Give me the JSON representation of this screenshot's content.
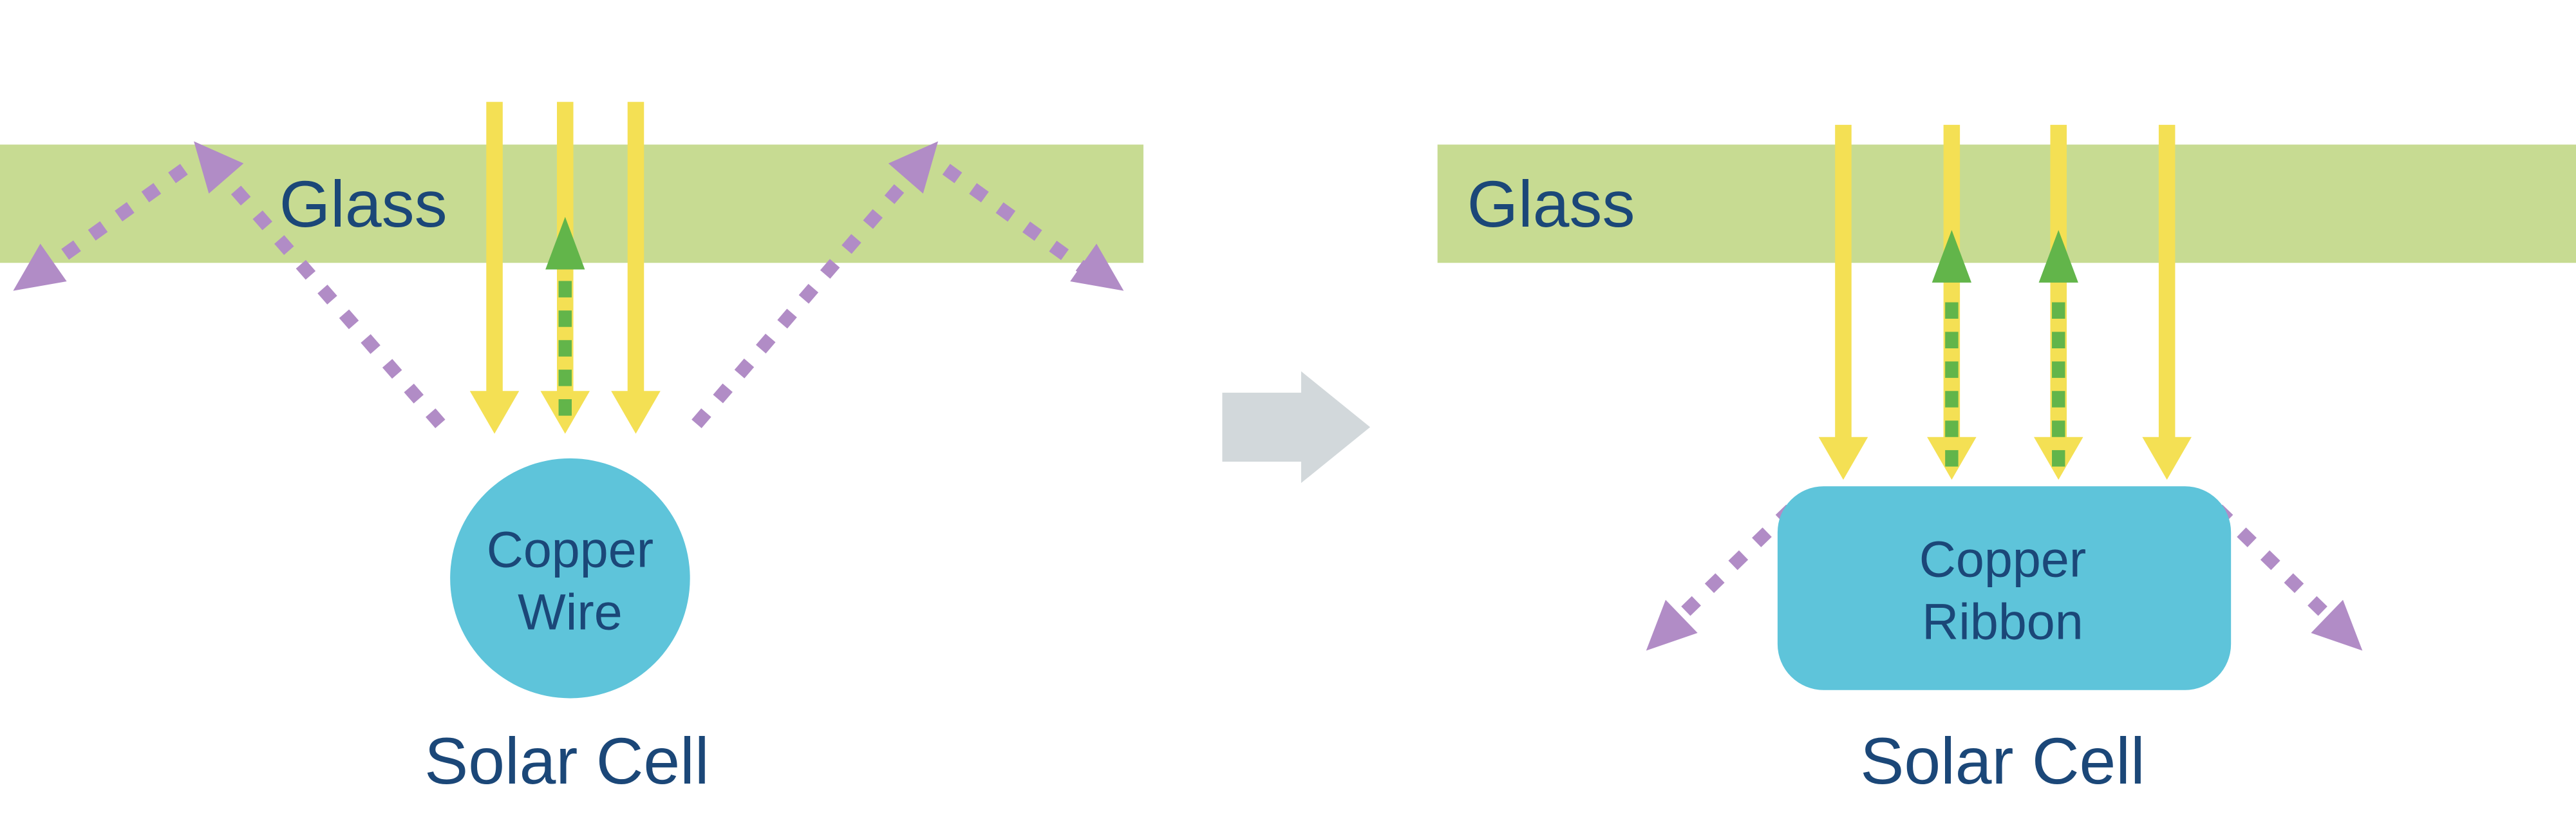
{
  "colors": {
    "background": "#ffffff",
    "glass_green": "#c7db92",
    "sunlight_yellow": "#f4e054",
    "reflected_green": "#62b54a",
    "scattered_purple": "#b18cc6",
    "copper_blue": "#5ec4da",
    "label_navy": "#1b4778",
    "transform_gray": "#d2d8db"
  },
  "left_diagram": {
    "glass_label": "Glass",
    "component_line1": "Copper",
    "component_line2": "Wire",
    "caption": "Solar Cell"
  },
  "right_diagram": {
    "glass_label": "Glass",
    "component_line1": "Copper",
    "component_line2": "Ribbon",
    "caption": "Solar Cell"
  }
}
